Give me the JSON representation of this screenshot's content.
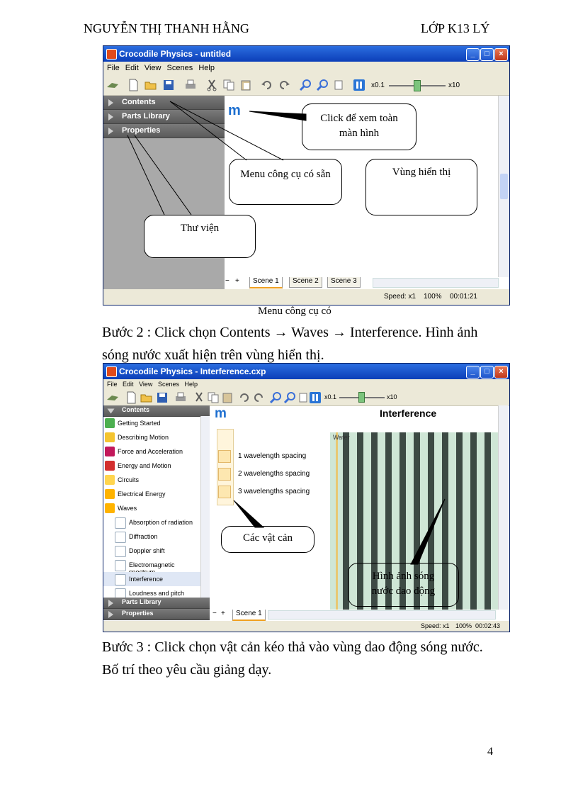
{
  "header": {
    "left": "NGUYỄN THỊ THANH HẰNG",
    "right": "LỚP K13 LÝ"
  },
  "window1": {
    "title": "Crocodile Physics - untitled",
    "menu": [
      "File",
      "Edit",
      "View",
      "Scenes",
      "Help"
    ],
    "zoom_min": "x0.1",
    "zoom_max": "x10",
    "panels": [
      "Contents",
      "Parts Library",
      "Properties"
    ],
    "logo": "m",
    "tabs": [
      "Scene 1",
      "Scene 2",
      "Scene 3"
    ],
    "tab_controls": [
      "−",
      "+"
    ],
    "status": {
      "speed": "Speed: x1",
      "zoom": "100%",
      "time": "00:01:21"
    }
  },
  "callouts1": {
    "fullscreen": "Click để xem toàn màn hình",
    "menu_tools": "Menu công cụ có sẵn",
    "display_area": "Vùng hiển thị",
    "library": "Thư viện"
  },
  "caption1": "Menu công cụ có",
  "step2": "Bước 2 : Click chọn Contents → Waves → Interference. Hình ảnh sóng nước xuất hiện trên vùng hiển thị.",
  "window2": {
    "title": "Crocodile Physics - Interference.cxp",
    "menu": [
      "File",
      "Edit",
      "View",
      "Scenes",
      "Help"
    ],
    "zoom_min": "x0.1",
    "zoom_max": "x10",
    "contents_header": "Contents",
    "contents_items": [
      {
        "label": "Getting Started",
        "icon": "getting-started-icon",
        "color": "#4caf50"
      },
      {
        "label": "Describing Motion",
        "icon": "motion-icon",
        "color": "#f4c430"
      },
      {
        "label": "Force and Acceleration",
        "icon": "force-icon",
        "color": "#c2185b"
      },
      {
        "label": "Energy and Motion",
        "icon": "energy-icon",
        "color": "#d32f2f"
      },
      {
        "label": "Circuits",
        "icon": "circuits-icon",
        "color": "#ffd54f"
      },
      {
        "label": "Electrical Energy",
        "icon": "electrical-icon",
        "color": "#ffb300"
      },
      {
        "label": "Waves",
        "icon": "waves-icon",
        "color": "#ffb300"
      }
    ],
    "waves_children": [
      {
        "label": "Absorption of radiation",
        "icon": "absorption-icon"
      },
      {
        "label": "Diffraction",
        "icon": "diffraction-icon"
      },
      {
        "label": "Doppler shift",
        "icon": "doppler-icon"
      },
      {
        "label": "Electromagnetic spectrum",
        "icon": "spectrum-icon"
      },
      {
        "label": "Interference",
        "icon": "interference-icon"
      },
      {
        "label": "Loudness and pitch",
        "icon": "loudness-icon"
      }
    ],
    "panels_bottom": [
      "Parts Library",
      "Properties"
    ],
    "logo": "m",
    "scene_title": "Interference",
    "spacings": [
      "1 wavelength spacing",
      "2 wavelengths spacing",
      "3 wavelengths spacing"
    ],
    "water_label": "Water",
    "tabs": [
      "Scene 1"
    ],
    "tab_controls": [
      "−",
      "+"
    ],
    "status": {
      "speed": "Speed: x1",
      "zoom": "100%",
      "time": "00:02:43"
    }
  },
  "callouts2": {
    "obstacles": "Các vật cản",
    "waves_image": "Hình ảnh sóng nước dao động"
  },
  "step3": "Bước 3 : Click chọn vật cản kéo thả vào vùng dao động sóng nước. Bố trí theo yêu cầu giảng dạy.",
  "page_number": "4",
  "colors": {
    "titlebar": "#0c3fb8",
    "panel": "#a9a9a9",
    "water": "#cfe6d6"
  }
}
